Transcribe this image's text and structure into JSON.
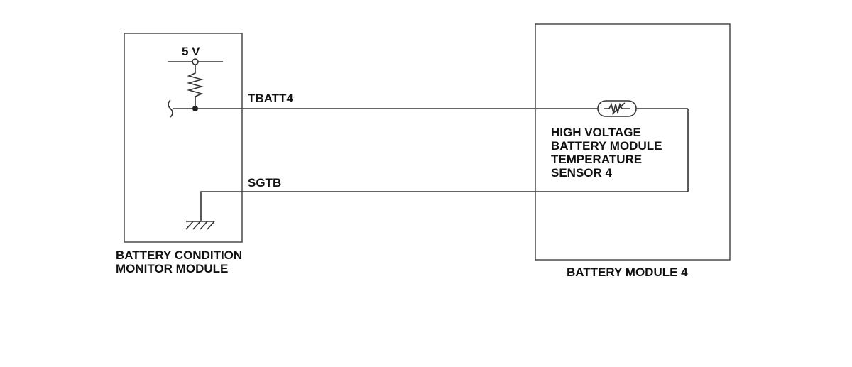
{
  "supply": {
    "voltage_label": "5 V"
  },
  "wires": {
    "signal_label": "TBATT4",
    "ground_label": "SGTB"
  },
  "modules": {
    "left": {
      "name_line1": "BATTERY CONDITION",
      "name_line2": "MONITOR MODULE"
    },
    "right": {
      "name": "BATTERY MODULE 4"
    }
  },
  "sensor": {
    "line1": "HIGH VOLTAGE",
    "line2": "BATTERY MODULE",
    "line3": "TEMPERATURE",
    "line4": "SENSOR 4"
  },
  "colors": {
    "line": "#333333",
    "text": "#111111",
    "background": "#ffffff"
  }
}
